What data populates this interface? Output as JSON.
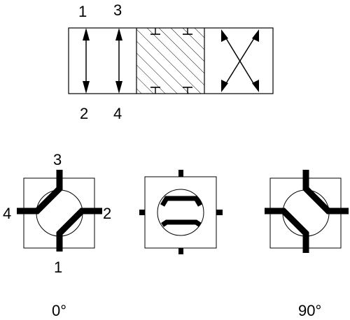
{
  "schematic": {
    "port_labels_top": [
      "1",
      "3"
    ],
    "port_labels_bottom": [
      "2",
      "4"
    ]
  },
  "valves": {
    "valve_0": {
      "port_labels": {
        "top": "3",
        "right": "2",
        "bottom": "1",
        "left": "4"
      }
    }
  },
  "angle_labels": {
    "left": "0°",
    "right": "90°"
  },
  "colors": {
    "stroke": "#000000",
    "background": "#ffffff"
  }
}
